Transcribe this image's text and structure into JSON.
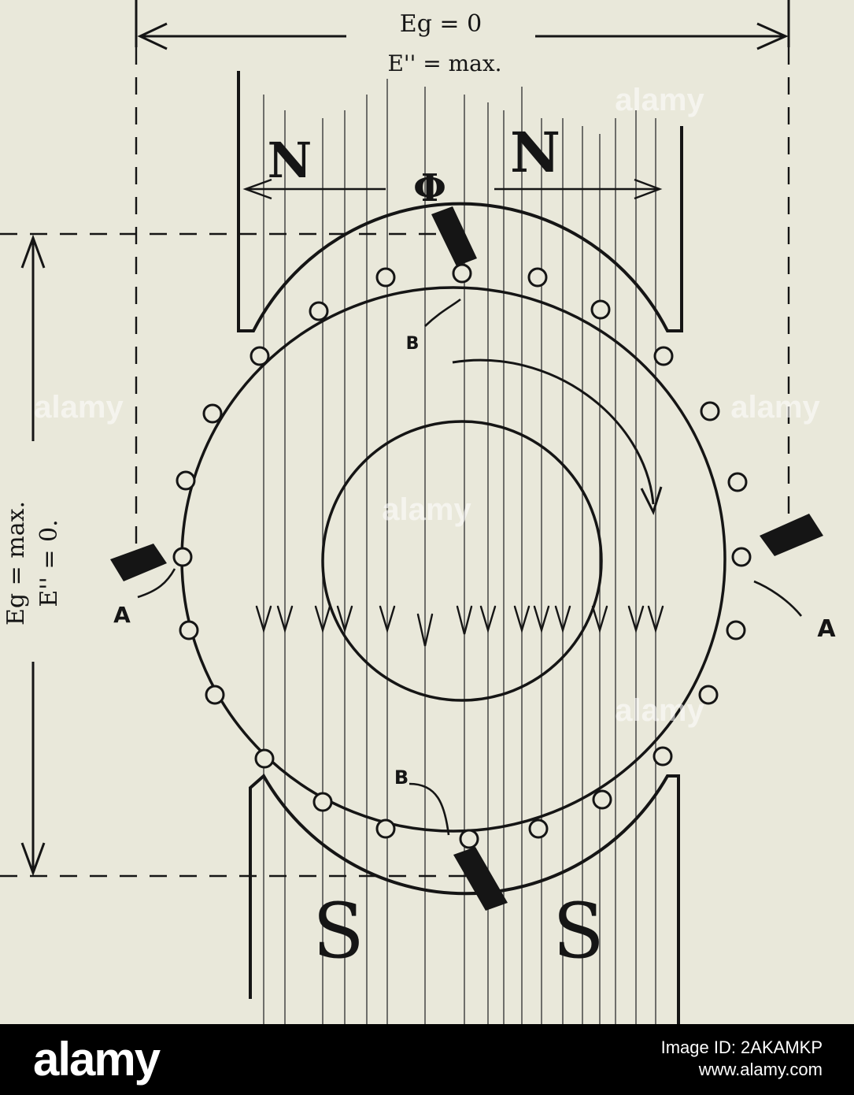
{
  "diagram": {
    "labels": {
      "top_eq_1": "Eg = 0",
      "top_eq_2": "E'' = max.",
      "left_eq_1": "Eg = max.",
      "left_eq_2": "E'' = 0.",
      "pole_n_left": "N",
      "pole_n_right": "N",
      "pole_s_left": "S",
      "pole_s_right": "S",
      "flux": "Φ",
      "brush_b_top": "B",
      "brush_b_bottom": "B",
      "brush_a_left": "A",
      "brush_a_right": "A"
    },
    "colors": {
      "ink": "#151515",
      "paper": "#e9e8da"
    }
  },
  "watermark": {
    "text": "alamy"
  },
  "footer": {
    "brand": "alamy",
    "image_id": "Image ID: 2AKAMKP",
    "site": "www.alamy.com"
  }
}
